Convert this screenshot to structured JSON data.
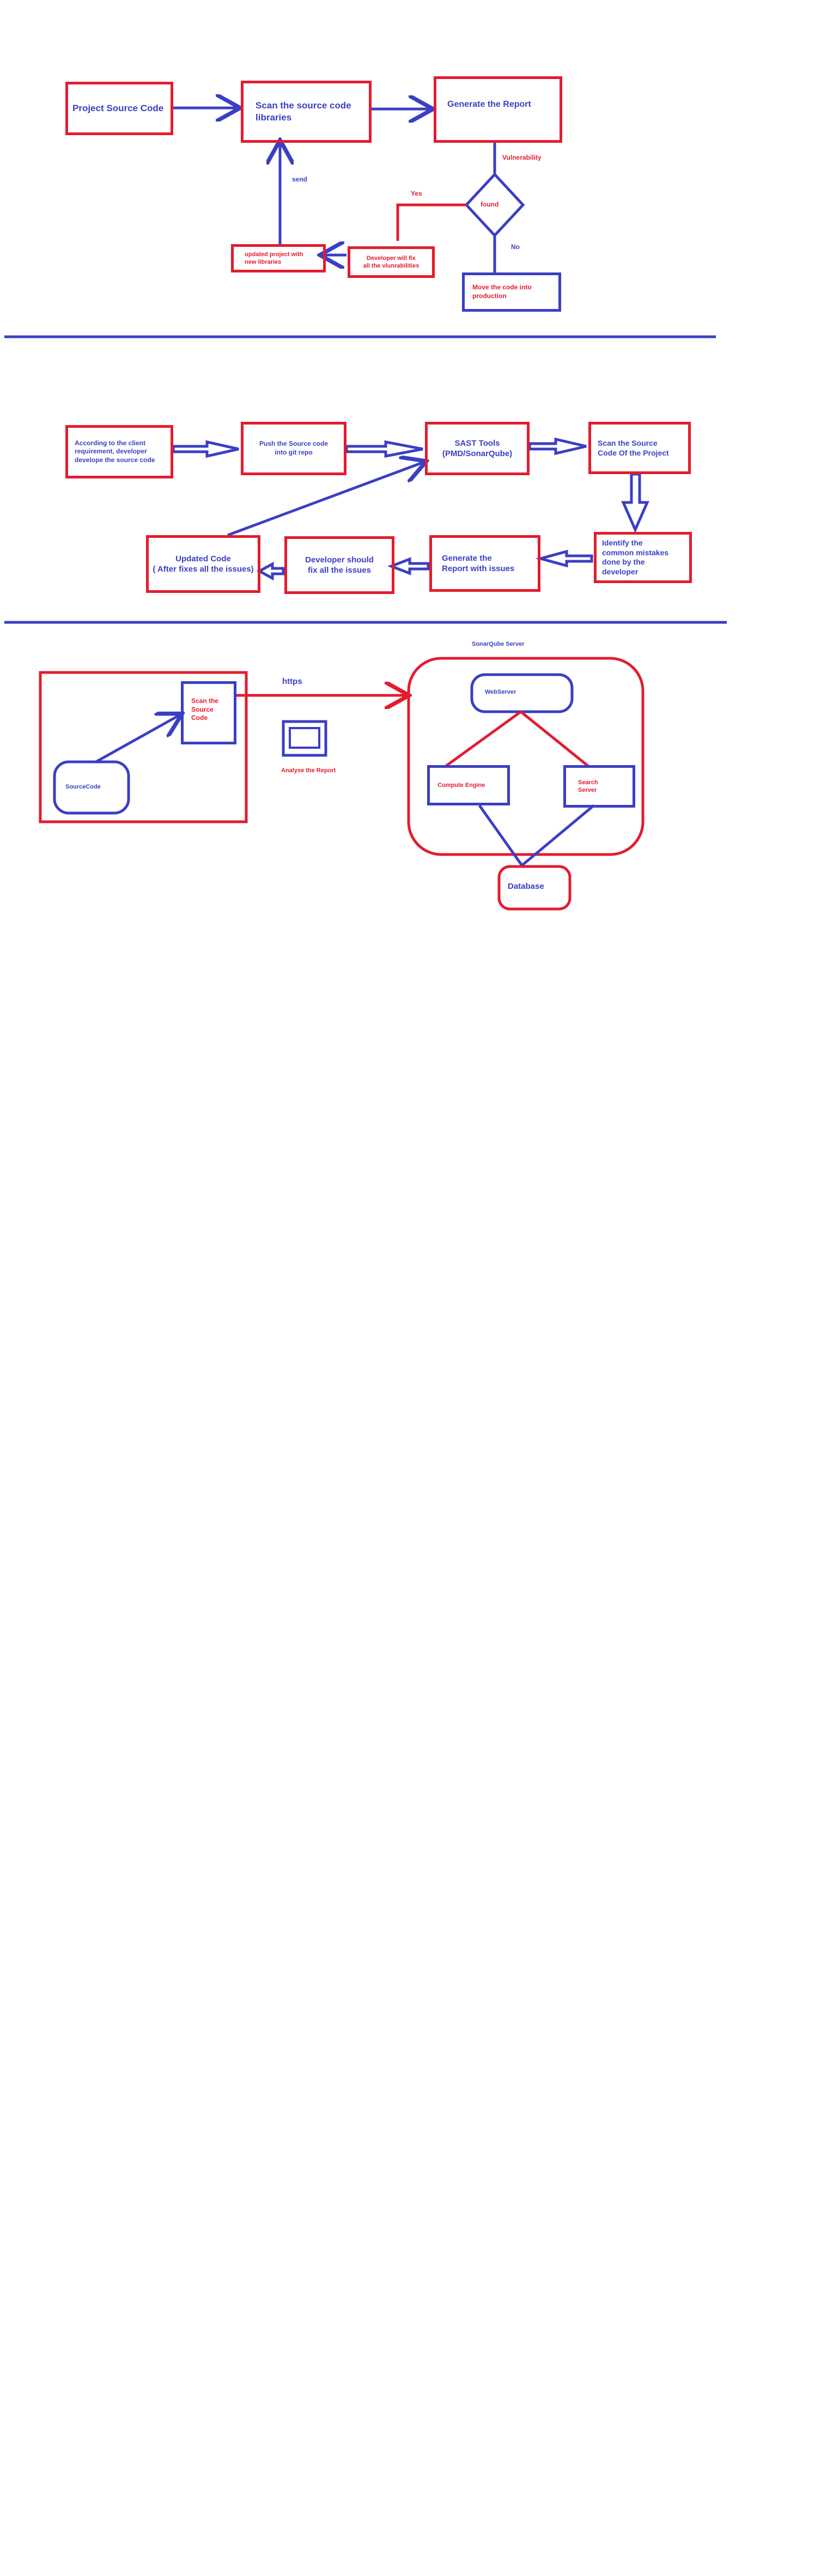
{
  "section1": {
    "project_source_code": "Project Source Code",
    "scan_libraries": "Scan the source code\nlibraries",
    "generate_report": "Generate the Report",
    "vulnerability": "Vulnerability",
    "found": "found",
    "yes": "Yes",
    "no": "No",
    "move_production": "Move the code into\nproduction",
    "developer_fix_vuln": "Developer will fix\nall the vlunrabilities",
    "updated_project": "updated project with\nnew libraries",
    "send": "send"
  },
  "section2": {
    "client_requirement": "According to the client\nrequirement, developer\ndevelope the source code",
    "push_git": "Push the Source code\ninto git repo",
    "sast_tools": "SAST Tools\n(PMD/SonarQube)",
    "scan_project": "Scan the Source\nCode Of the Project",
    "identify_mistakes": "Identify the\ncommon mistakes\ndone by the\ndeveloper",
    "generate_report_issues": "Generate the\nReport with  issues",
    "developer_fix_issues": "Developer should\nfix all the issues",
    "updated_code": "Updated Code\n( After fixes all the issues)"
  },
  "section3": {
    "source_code": "SourceCode",
    "scan_source": "Scan the\nSource\nCode",
    "https": "https",
    "analyse_report": "Analyse the Report",
    "sonarqube_server": "SonarQube Server",
    "webserver": "WebServer",
    "compute_engine": "Compute Engine",
    "search_server": "Search\nServer",
    "database": "Database"
  }
}
